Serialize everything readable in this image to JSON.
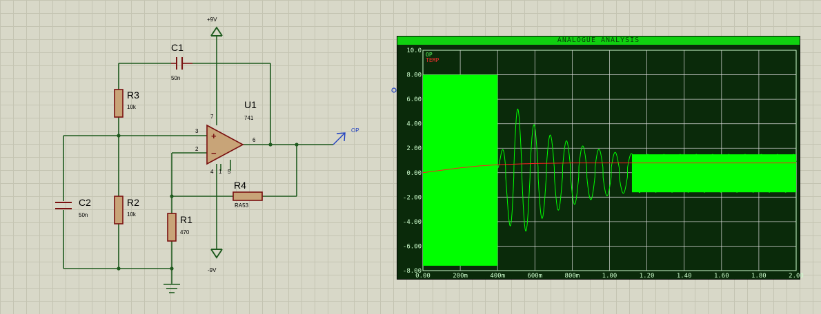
{
  "schematic": {
    "supply_pos": "+9V",
    "supply_neg": "-9V",
    "output_label": "OP",
    "opamp": {
      "ref": "U1",
      "value": "741",
      "pin_plus": "+",
      "pin_minus": "−",
      "pins": {
        "p3": "3",
        "p2": "2",
        "p6": "6",
        "p7": "7",
        "p4": "4",
        "p1": "1",
        "p5": "5"
      }
    },
    "c1": {
      "ref": "C1",
      "value": "50n"
    },
    "c2": {
      "ref": "C2",
      "value": "50n"
    },
    "r1": {
      "ref": "R1",
      "value": "470"
    },
    "r2": {
      "ref": "R2",
      "value": "10k"
    },
    "r3": {
      "ref": "R3",
      "value": "10k"
    },
    "r4": {
      "ref": "R4",
      "value": "RA53"
    }
  },
  "graph": {
    "title": "ANALOGUE ANALYSIS",
    "legend": [
      "OP",
      "TEMP"
    ],
    "colors": {
      "op": "#00ff00",
      "temp": "#ff2020",
      "grid": "#ffffff",
      "title_bg": "#10d010"
    }
  },
  "chart_data": {
    "type": "line",
    "title": "ANALOGUE ANALYSIS",
    "xlabel": "",
    "ylabel": "",
    "xlim": [
      0,
      2.0
    ],
    "ylim": [
      -8.0,
      10.0
    ],
    "x_ticks": [
      "0.00",
      "200m",
      "400m",
      "600m",
      "800m",
      "1.00",
      "1.20",
      "1.40",
      "1.60",
      "1.80",
      "2.00"
    ],
    "y_ticks": [
      "10.0",
      "8.00",
      "6.00",
      "4.00",
      "2.00",
      "0.00",
      "-2.00",
      "-4.00",
      "-6.00",
      "-8.00"
    ],
    "series": [
      {
        "name": "OP",
        "envelope_upper": [
          [
            0,
            8.0
          ],
          [
            0.4,
            8.0
          ],
          [
            0.4,
            0.5
          ],
          [
            0.49,
            5.5
          ],
          [
            0.57,
            4.2
          ],
          [
            0.66,
            3.2
          ],
          [
            0.75,
            2.7
          ],
          [
            0.85,
            2.2
          ],
          [
            0.95,
            1.9
          ],
          [
            1.05,
            1.6
          ],
          [
            1.2,
            1.5
          ],
          [
            2.0,
            1.5
          ]
        ],
        "envelope_lower": [
          [
            0,
            -7.6
          ],
          [
            0.4,
            -7.6
          ],
          [
            0.4,
            -0.5
          ],
          [
            0.49,
            -5.7
          ],
          [
            0.57,
            -4.5
          ],
          [
            0.66,
            -3.5
          ],
          [
            0.75,
            -2.9
          ],
          [
            0.85,
            -2.4
          ],
          [
            0.95,
            -2.0
          ],
          [
            1.05,
            -1.7
          ],
          [
            1.2,
            -1.6
          ],
          [
            2.0,
            -1.6
          ]
        ]
      },
      {
        "name": "TEMP",
        "values": [
          [
            0,
            0.0
          ],
          [
            0.1,
            0.2
          ],
          [
            0.2,
            0.4
          ],
          [
            0.3,
            0.55
          ],
          [
            0.4,
            0.65
          ],
          [
            0.6,
            0.75
          ],
          [
            0.8,
            0.8
          ],
          [
            1.2,
            0.8
          ],
          [
            2.0,
            0.8
          ]
        ]
      }
    ]
  }
}
